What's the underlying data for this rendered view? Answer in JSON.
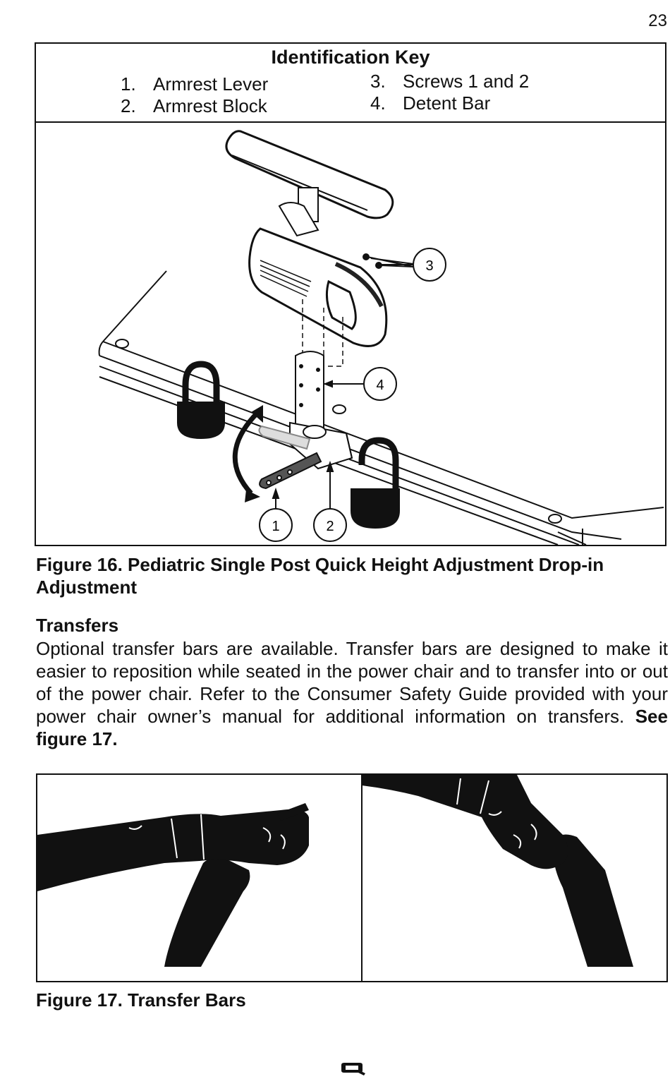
{
  "page_number": "23",
  "figure16": {
    "key_title": "Identification Key",
    "items": [
      {
        "num": "1.",
        "label": "Armrest Lever"
      },
      {
        "num": "2.",
        "label": "Armrest Block"
      },
      {
        "num": "3.",
        "label": "Screws 1 and 2"
      },
      {
        "num": "4.",
        "label": "Detent Bar"
      }
    ],
    "callouts": [
      "1",
      "2",
      "3",
      "4"
    ],
    "caption": "Figure 16. Pediatric Single Post Quick Height Adjustment Drop-in Adjustment"
  },
  "transfers": {
    "heading": "Transfers",
    "body": "Optional transfer bars are available.  Transfer bars are designed to make it easier to reposition while seated in the power chair and to transfer into or out of the power chair. Refer to the Consumer Safety Guide provided with your power chair owner’s manual for additional information on transfers.",
    "see_figure": "See figure 17."
  },
  "figure17": {
    "caption": "Figure 17. Transfer Bars"
  },
  "icons": [
    "lock-closed-icon",
    "lock-open-icon",
    "rotate-arrow-icon",
    "brand-logo-icon"
  ]
}
